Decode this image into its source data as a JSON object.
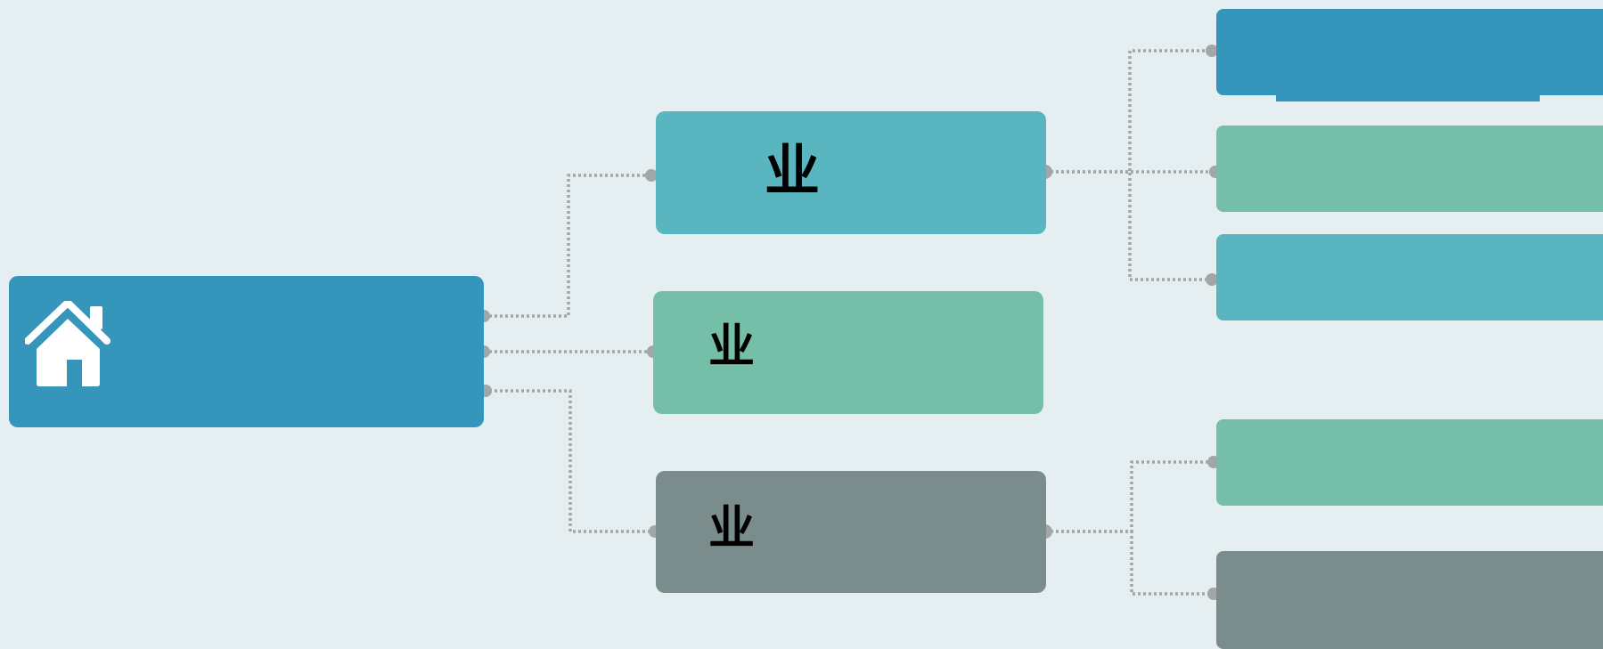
{
  "colors": {
    "background": "#e5eef0",
    "blue": "#3595bb",
    "teal": "#59b6c0",
    "green": "#75bea8",
    "gray": "#7a8c8c",
    "connector": "#a3a6a8"
  },
  "root": {
    "icon": "home-icon",
    "color": "blue"
  },
  "children": [
    {
      "glyph": "业",
      "color": "teal"
    },
    {
      "glyph": "业",
      "color": "green"
    },
    {
      "glyph": "业",
      "color": "gray"
    }
  ],
  "leaves": [
    {
      "color": "blue",
      "parent": 0
    },
    {
      "color": "green",
      "parent": 0
    },
    {
      "color": "teal",
      "parent": 0
    },
    {
      "color": "green",
      "parent": 2
    },
    {
      "color": "gray",
      "parent": 2
    }
  ]
}
